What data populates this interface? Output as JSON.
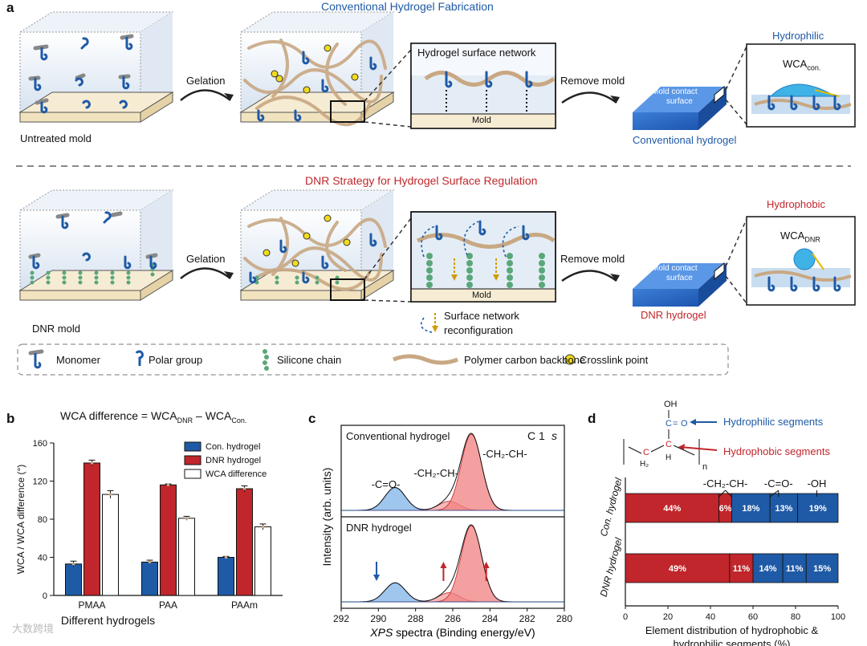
{
  "panel_labels": {
    "a": "a",
    "b": "b",
    "c": "c",
    "d": "d"
  },
  "panel_a": {
    "conv_title": "Conventional Hydrogel Fabrication",
    "dnr_title": "DNR Strategy for Hydrogel Surface Regulation",
    "untreated_mold": "Untreated mold",
    "dnr_mold": "DNR mold",
    "gelation": "Gelation",
    "remove_mold": "Remove mold",
    "surface_network": "Hydrogel surface network",
    "mold": "Mold",
    "mold_contact_surface_1": "Mold contact",
    "mold_contact_surface_2": "surface",
    "conventional_hydrogel": "Conventional hydrogel",
    "dnr_hydrogel": "DNR hydrogel",
    "hydrophilic": "Hydrophilic",
    "hydrophobic": "Hydrophobic",
    "wca": "WCA",
    "wca_con_sub": "con.",
    "wca_dnr_sub": "DNR",
    "reconfig_1": "Surface network",
    "reconfig_2": "reconfiguration",
    "legend": [
      "Monomer",
      "Polar group",
      "Silicone chain",
      "Polymer carbon backbone",
      "Crosslink point"
    ],
    "colors": {
      "blue": "#1f5aa6",
      "red": "#c0262b",
      "backbone": "#c8a883",
      "crosslink": "#f2dc1a",
      "silicone": "#5aa77a"
    }
  },
  "panel_b": {
    "formula_main": "WCA difference = WCA",
    "formula_sub1": "DNR",
    "formula_mid": " – WCA",
    "formula_sub2": "Con.",
    "xlabel": "Different hydrogels",
    "ylabel": "WCA / WCA difference (°)"
  },
  "panel_c": {
    "top_label": "Conventional hydrogel",
    "bottom_label": "DNR hydrogel",
    "c1s": "C 1",
    "c1s_s": "s",
    "peak_co": "-C=O-",
    "peak_ch2ch_mid": "-CH₂-CH-",
    "peak_ch2ch_right": "-CH₂-CH-",
    "ylabel": "Intensity (arb. units)",
    "xlabel_italic": "XPS",
    "xlabel_rest": " spectra (Binding energy/eV)",
    "xticks": [
      "292",
      "290",
      "288",
      "286",
      "284",
      "282",
      "280"
    ]
  },
  "panel_d": {
    "oh": "OH",
    "hydrophilic_segments": "Hydrophilic segments",
    "hydrophobic_segments": "Hydrophobic segments",
    "n": "n",
    "h2": "H₂",
    "h": "H",
    "row_labels": [
      "Con. hydrogel",
      "DNR hydrogel"
    ],
    "seg_labels": [
      "-CH₂-CH-",
      "-C=O-",
      "-OH"
    ],
    "xlabel_1": "Element distribution of hydrophobic &",
    "xlabel_2": "hydrophilic segments (%)",
    "xticks": [
      "0",
      "20",
      "40",
      "60",
      "80",
      "100"
    ]
  },
  "watermark": "大数跨境",
  "chart_data": [
    {
      "type": "bar",
      "title": "WCA difference = WCA_DNR – WCA_Con.",
      "categories": [
        "PMAA",
        "PAA",
        "PAAm"
      ],
      "series": [
        {
          "name": "Con. hydrogel",
          "values": [
            33,
            35,
            40
          ],
          "color": "#1f5aa6"
        },
        {
          "name": "DNR hydrogel",
          "values": [
            139,
            116,
            112
          ],
          "color": "#c0262b"
        },
        {
          "name": "WCA difference",
          "values": [
            106,
            81,
            72
          ],
          "color": "#ffffff"
        }
      ],
      "errors": [
        [
          3,
          2,
          1
        ],
        [
          3,
          1,
          3
        ],
        [
          4,
          2,
          3
        ]
      ],
      "xlabel": "Different hydrogels",
      "ylabel": "WCA / WCA difference (°)",
      "ylim": [
        0,
        160
      ],
      "yticks": [
        0,
        40,
        80,
        120,
        160
      ],
      "legend": "top-right"
    },
    {
      "type": "line",
      "title": "C 1s",
      "xlabel": "XPS spectra (Binding energy/eV)",
      "ylabel": "Intensity (arb. units)",
      "xlim": [
        292,
        280
      ],
      "series": [
        {
          "name": "Conventional hydrogel",
          "peaks": [
            {
              "label": "-C=O-",
              "center": 289.1,
              "height": 0.3
            },
            {
              "label": "-CH2-CH-",
              "center": 286.2,
              "height": 0.12
            },
            {
              "label": "-CH2-CH-",
              "center": 285.0,
              "height": 1.0
            }
          ]
        },
        {
          "name": "DNR hydrogel",
          "peaks": [
            {
              "label": "-C=O-",
              "center": 289.1,
              "height": 0.25
            },
            {
              "label": "-CH2-CH-",
              "center": 286.2,
              "height": 0.12
            },
            {
              "label": "-CH2-CH-",
              "center": 285.0,
              "height": 1.0
            }
          ]
        }
      ]
    },
    {
      "type": "bar",
      "orientation": "horizontal-stacked",
      "categories": [
        "Con. hydrogel",
        "DNR hydrogel"
      ],
      "series": [
        {
          "name": "-CH2-CH-",
          "values": [
            44,
            49
          ],
          "color": "#c0262b"
        },
        {
          "name": "-CH2-CH- (2)",
          "values": [
            6,
            11
          ],
          "color": "#c0262b"
        },
        {
          "name": "-C=O-",
          "values": [
            18,
            14
          ],
          "color": "#1f5aa6"
        },
        {
          "name": "-C=O- (2)",
          "values": [
            13,
            11
          ],
          "color": "#1f5aa6"
        },
        {
          "name": "-OH",
          "values": [
            19,
            15
          ],
          "color": "#1f5aa6"
        }
      ],
      "labels": [
        [
          "44%",
          "6%",
          "18%",
          "13%",
          "19%"
        ],
        [
          "49%",
          "11%",
          "14%",
          "11%",
          "15%"
        ]
      ],
      "xlabel": "Element distribution of hydrophobic & hydrophilic segments (%)",
      "xlim": [
        0,
        100
      ],
      "xticks": [
        0,
        20,
        40,
        60,
        80,
        100
      ]
    }
  ]
}
